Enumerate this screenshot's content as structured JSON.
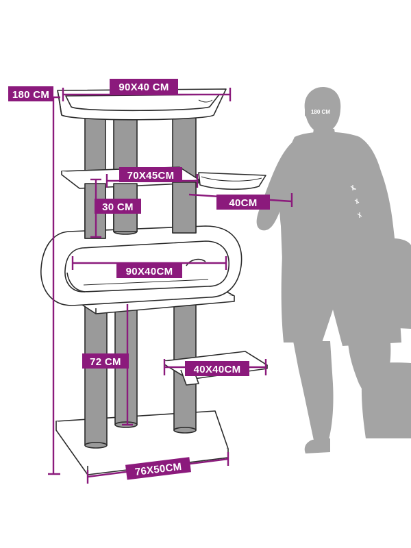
{
  "colors": {
    "accent": "#8b1a7c",
    "post": "#9a9a9a",
    "outline": "#2a2a2a",
    "silhouette": "#a4a4a4"
  },
  "labels": {
    "total_height": "180 CM",
    "top_bed": "90X40 CM",
    "upper_platform": "70X45CM",
    "upper_gap": "30 CM",
    "hammock_reach": "40CM",
    "cave": "90X40CM",
    "lower_gap": "72 CM",
    "side_platform": "40X40CM",
    "base": "76X50CM",
    "person_height": "180 CM"
  }
}
